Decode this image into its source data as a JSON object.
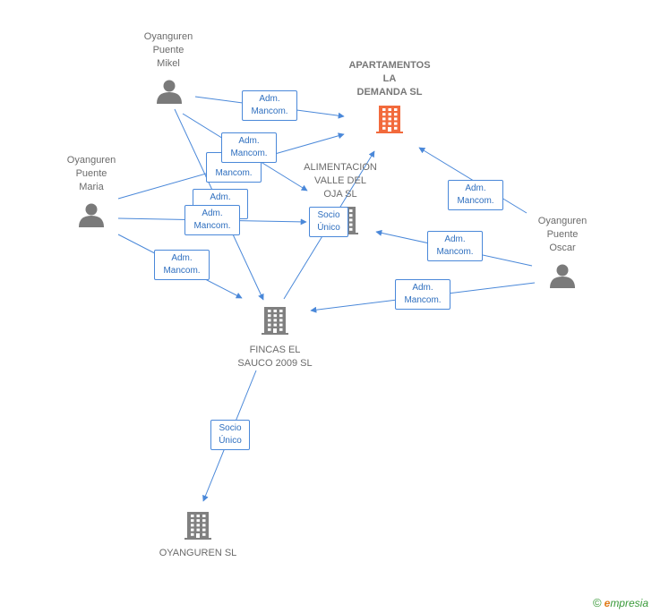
{
  "colors": {
    "edge": "#4a88d9",
    "focal": "#f26a3c",
    "company": "#808080",
    "person": "#7a7a7a"
  },
  "nodes": [
    {
      "id": "mikel",
      "kind": "person",
      "label": "Oyanguren\nPuente\nMikel",
      "icon": "person-icon"
    },
    {
      "id": "maria",
      "kind": "person",
      "label": "Oyanguren\nPuente\nMaria",
      "icon": "person-icon"
    },
    {
      "id": "oscar",
      "kind": "person",
      "label": "Oyanguren\nPuente\nOscar",
      "icon": "person-icon"
    },
    {
      "id": "apartamentos",
      "kind": "company",
      "focal": true,
      "label": "APARTAMENTOS\nLA\nDEMANDA SL",
      "icon": "building-icon"
    },
    {
      "id": "alimentacion",
      "kind": "company",
      "label": "ALIMENTACION\nVALLE DEL\nOJA SL",
      "icon": "building-icon"
    },
    {
      "id": "fincas",
      "kind": "company",
      "label": "FINCAS EL\nSAUCO 2009 SL",
      "icon": "building-icon"
    },
    {
      "id": "oyanguren",
      "kind": "company",
      "label": "OYANGUREN SL",
      "icon": "building-icon"
    }
  ],
  "edges": [
    {
      "from": "mikel",
      "to": "apartamentos",
      "label": "Adm.\nMancom."
    },
    {
      "from": "mikel",
      "to": "alimentacion",
      "label": "Adm.\nMancom."
    },
    {
      "from": "mikel",
      "to": "fincas",
      "label": "Adm.\nMancom."
    },
    {
      "from": "maria",
      "to": "apartamentos",
      "label": "Adm.\nMancom."
    },
    {
      "from": "maria",
      "to": "alimentacion",
      "label": "Adm.\nMancom."
    },
    {
      "from": "maria",
      "to": "fincas",
      "label": "Adm.\nMancom."
    },
    {
      "from": "oscar",
      "to": "apartamentos",
      "label": "Adm.\nMancom."
    },
    {
      "from": "oscar",
      "to": "alimentacion",
      "label": "Adm.\nMancom."
    },
    {
      "from": "oscar",
      "to": "fincas",
      "label": "Adm.\nMancom."
    },
    {
      "from": "fincas",
      "to": "apartamentos",
      "label": "Socio\nÚnico"
    },
    {
      "from": "fincas",
      "to": "oyanguren",
      "label": "Socio\nÚnico"
    }
  ],
  "watermark": {
    "symbol": "©",
    "brand_initial": "e",
    "brand_rest": "mpresia"
  }
}
